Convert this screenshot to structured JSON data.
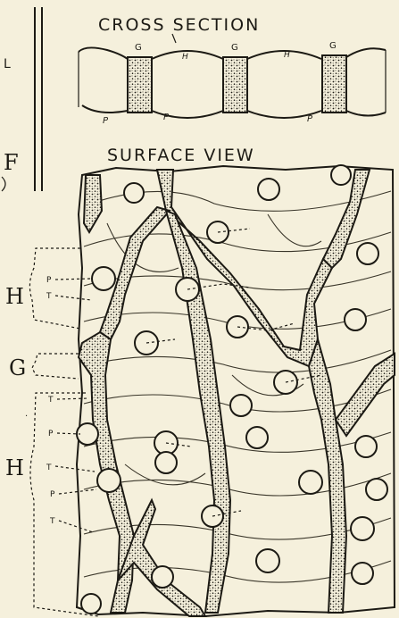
{
  "figure": {
    "cross_section_title": "CROSS SECTION",
    "surface_view_title": "SURFACE VIEW",
    "cross_labels": {
      "G": "G",
      "H": "H",
      "P": "P"
    },
    "edge_labels": {
      "L": "L",
      "F": "F"
    },
    "side_labels": {
      "H": "H",
      "G": "G",
      "T": "T",
      "P": "P"
    }
  },
  "colors": {
    "paper": "#f5f0dc",
    "ink": "#1c1a14"
  }
}
